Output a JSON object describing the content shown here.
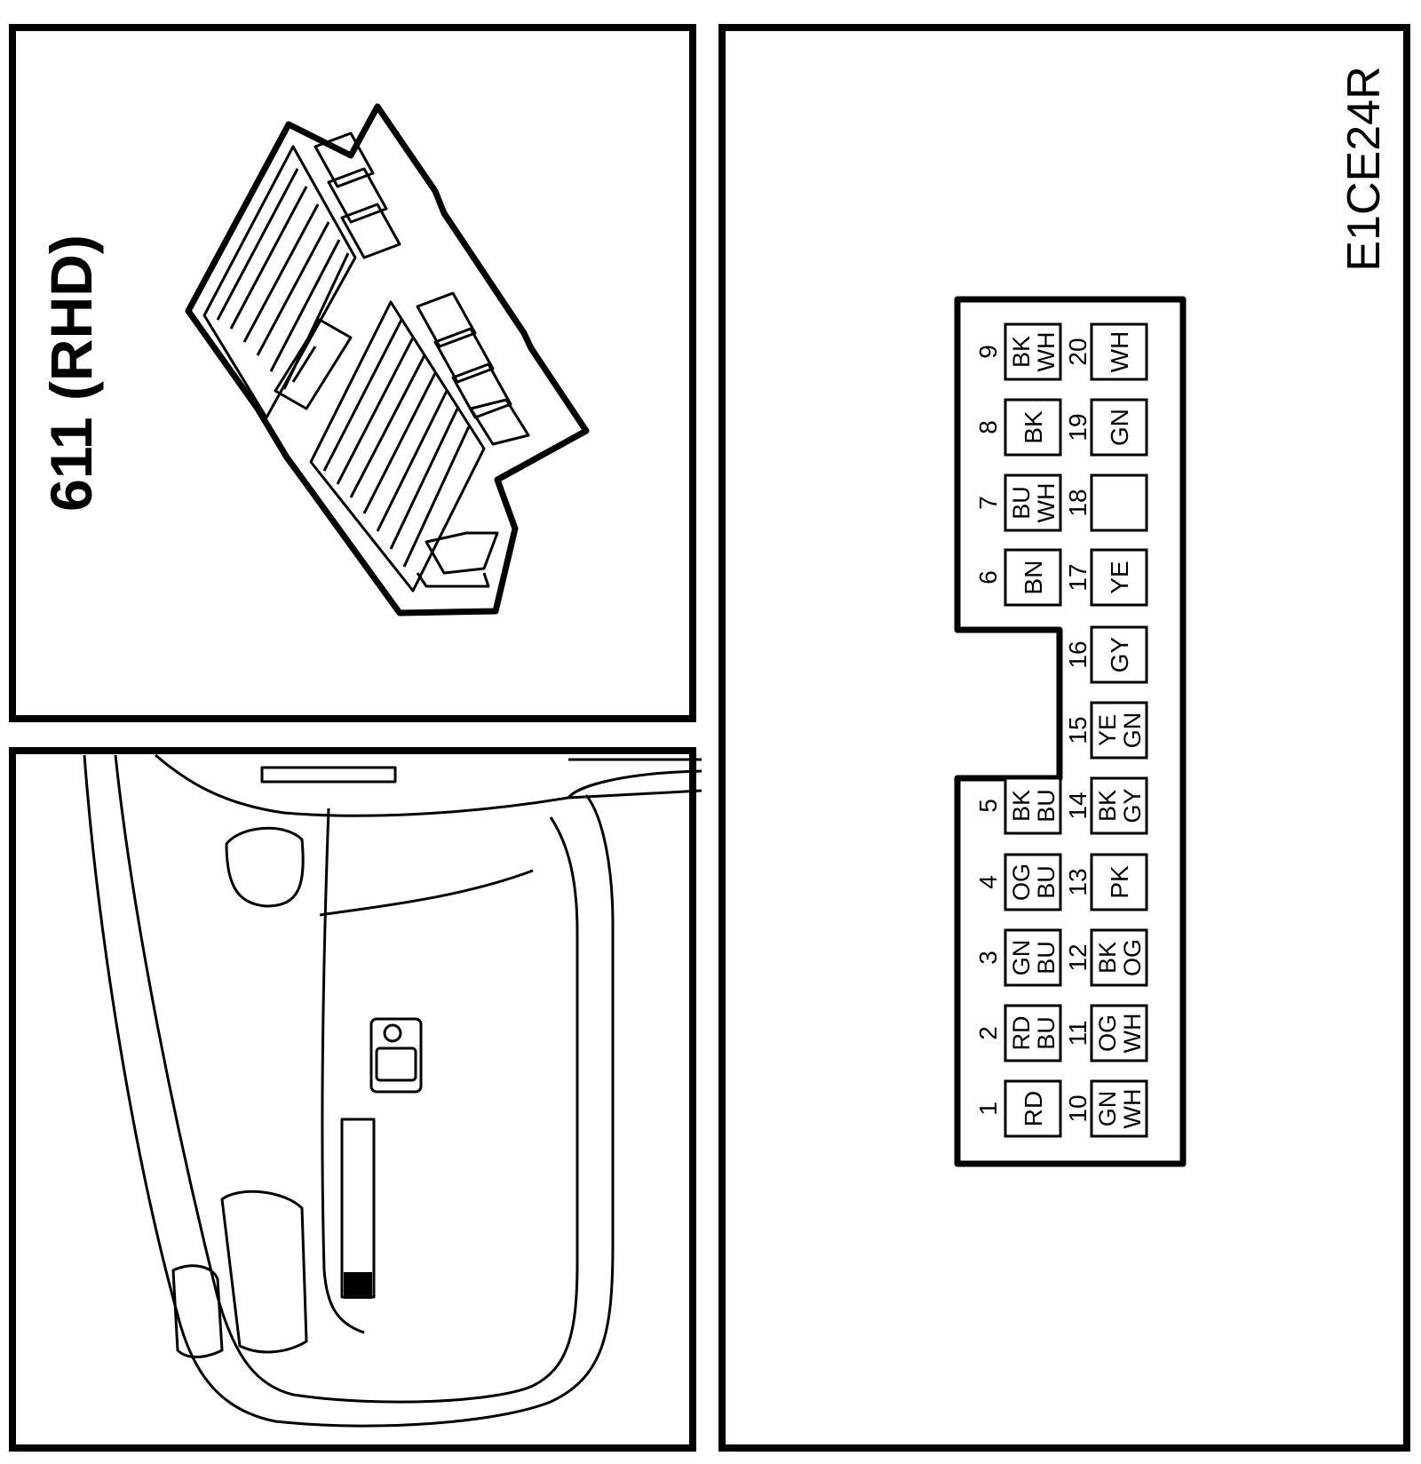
{
  "title": "611 (RHD)",
  "figure_code": "E1CE24R",
  "connector": {
    "top_row": [
      {
        "pin": "1",
        "colors": [
          "RD"
        ]
      },
      {
        "pin": "2",
        "colors": [
          "RD",
          "BU"
        ]
      },
      {
        "pin": "3",
        "colors": [
          "GN",
          "BU"
        ]
      },
      {
        "pin": "4",
        "colors": [
          "OG",
          "BU"
        ]
      },
      {
        "pin": "5",
        "colors": [
          "BK",
          "BU"
        ]
      },
      {
        "pin": "6",
        "colors": [
          "BN"
        ]
      },
      {
        "pin": "7",
        "colors": [
          "BU",
          "WH"
        ]
      },
      {
        "pin": "8",
        "colors": [
          "BK"
        ]
      },
      {
        "pin": "9",
        "colors": [
          "BK",
          "WH"
        ]
      }
    ],
    "bottom_row": [
      {
        "pin": "10",
        "colors": [
          "GN",
          "WH"
        ]
      },
      {
        "pin": "11",
        "colors": [
          "OG",
          "WH"
        ]
      },
      {
        "pin": "12",
        "colors": [
          "BK",
          "OG"
        ]
      },
      {
        "pin": "13",
        "colors": [
          "PK"
        ]
      },
      {
        "pin": "14",
        "colors": [
          "BK",
          "GY"
        ]
      },
      {
        "pin": "15",
        "colors": [
          "YE",
          "GN"
        ]
      },
      {
        "pin": "16",
        "colors": [
          "GY"
        ]
      },
      {
        "pin": "17",
        "colors": [
          "YE"
        ]
      },
      {
        "pin": "18",
        "colors": []
      },
      {
        "pin": "19",
        "colors": [
          "GN"
        ]
      },
      {
        "pin": "20",
        "colors": [
          "WH"
        ]
      }
    ]
  }
}
